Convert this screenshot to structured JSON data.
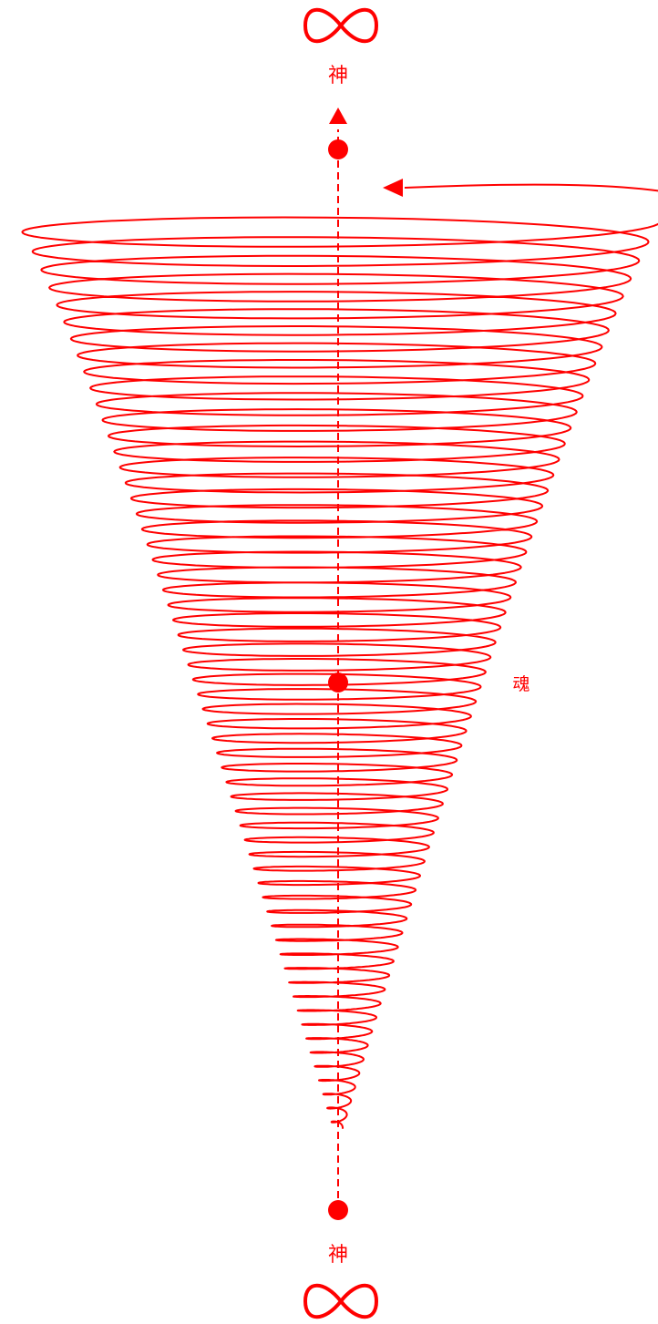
{
  "labels": {
    "top_symbol": "∞",
    "top_text": "神",
    "middle_text": "魂",
    "bottom_text": "神",
    "bottom_symbol": "∞"
  },
  "colors": {
    "accent": "#ff0000",
    "background": "#ffffff"
  },
  "diagram": {
    "axis_style": "dashed",
    "axis_arrow": "up",
    "spiral_direction": "counter-clockwise",
    "turns": 60,
    "node_count": 3
  }
}
